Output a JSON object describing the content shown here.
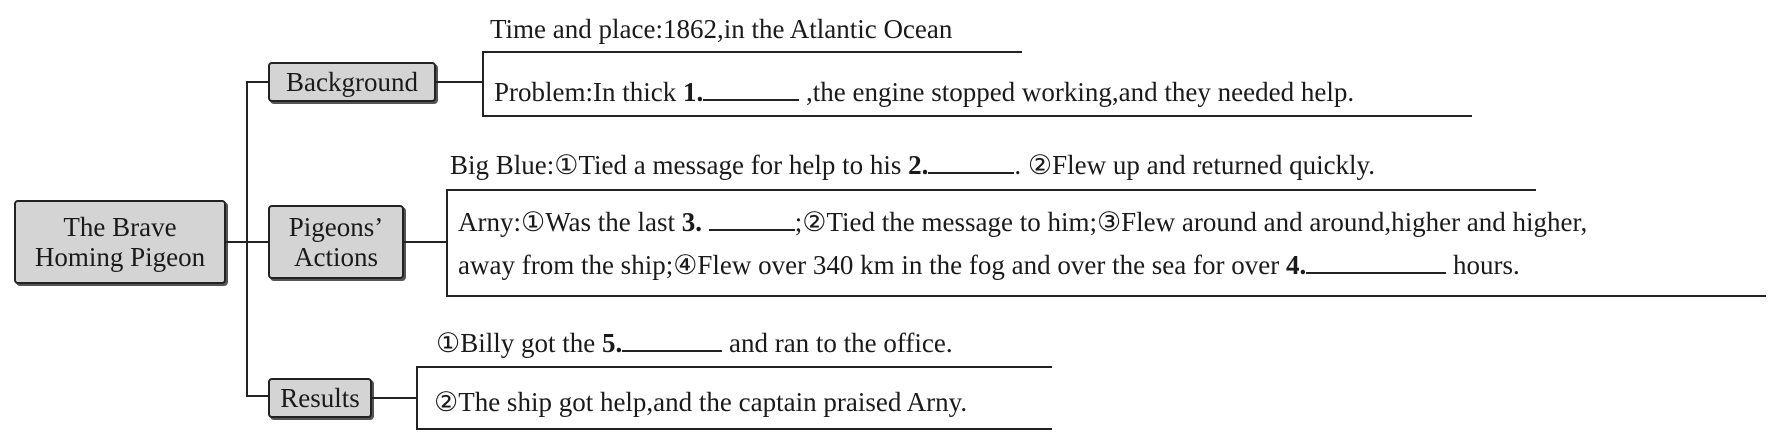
{
  "root": {
    "line1": "The Brave",
    "line2": "Homing Pigeon"
  },
  "branches": {
    "background": {
      "label": "Background",
      "time": "Time and place:1862,in the Atlantic Ocean",
      "problem_pre": "Problem:In thick",
      "problem_num": "1.",
      "problem_post": ",the engine stopped working,and they needed help."
    },
    "actions": {
      "label1": "Pigeons’",
      "label2": "Actions",
      "bigblue_pre": "Big Blue:①Tied a message for help to his",
      "bigblue_num": "2.",
      "bigblue_post": ". ②Flew up and returned quickly.",
      "arny_pre": "Arny:①Was the last",
      "arny_num": "3.",
      "arny_post": ";②Tied the message to him;③Flew around and around,higher and higher,",
      "arny2_pre": "away from the ship;④Flew over 340 km in the fog and over the sea for over",
      "arny2_num": "4.",
      "arny2_post": "hours."
    },
    "results": {
      "label": "Results",
      "r1_pre": "①Billy got the",
      "r1_num": "5.",
      "r1_post": "and ran to the office.",
      "r2": "②The ship got help,and the captain praised Arny."
    }
  }
}
